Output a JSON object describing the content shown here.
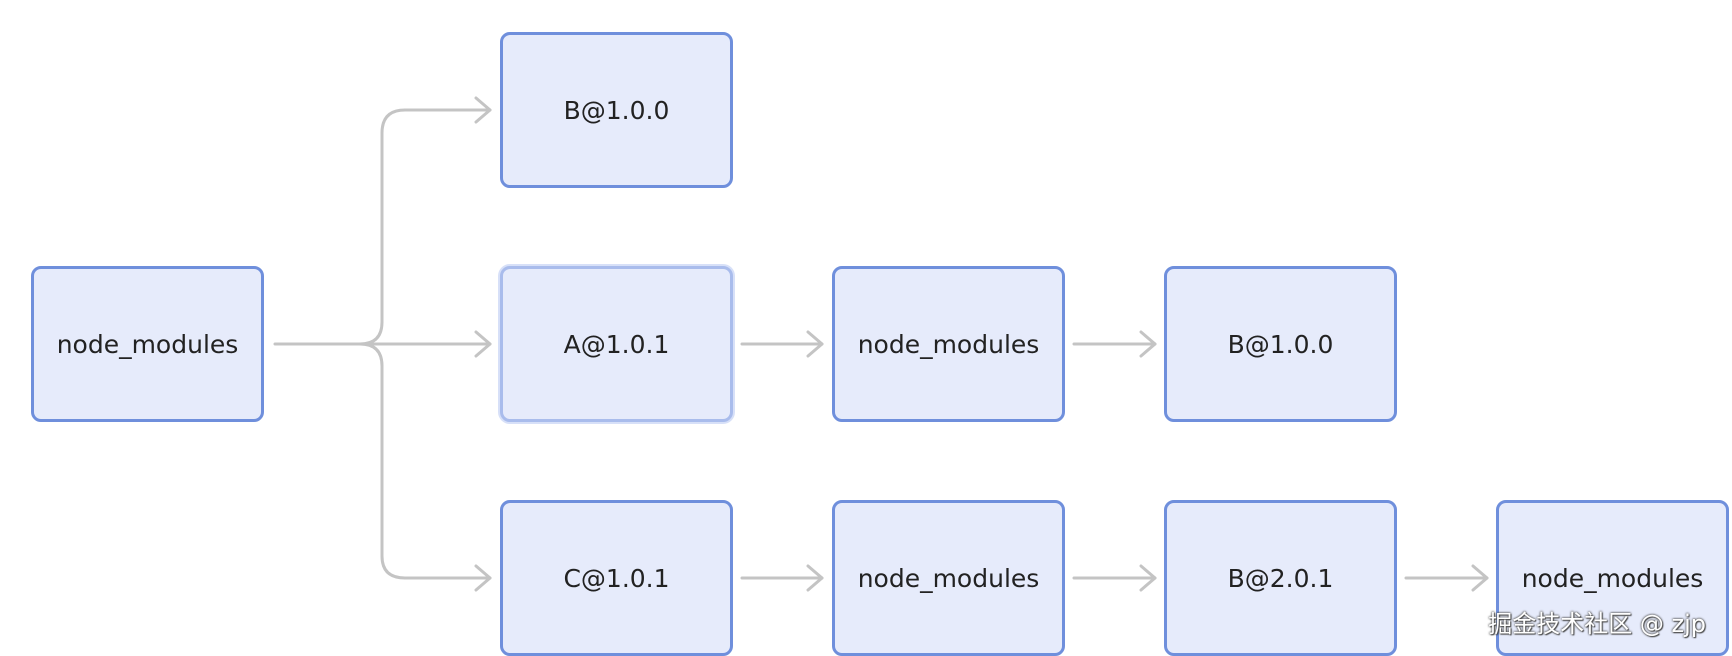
{
  "diagram": {
    "nodes": [
      {
        "id": "root",
        "label": "node_modules"
      },
      {
        "id": "b100_top",
        "label": "B@1.0.0"
      },
      {
        "id": "a101",
        "label": "A@1.0.1"
      },
      {
        "id": "a_nm",
        "label": "node_modules"
      },
      {
        "id": "b100_nested",
        "label": "B@1.0.0"
      },
      {
        "id": "c101",
        "label": "C@1.0.1"
      },
      {
        "id": "c_nm",
        "label": "node_modules"
      },
      {
        "id": "b201",
        "label": "B@2.0.1"
      },
      {
        "id": "b_nm",
        "label": "node_modules"
      }
    ],
    "edges": [
      {
        "from": "root",
        "to": "b100_top"
      },
      {
        "from": "root",
        "to": "a101"
      },
      {
        "from": "root",
        "to": "c101"
      },
      {
        "from": "a101",
        "to": "a_nm"
      },
      {
        "from": "a_nm",
        "to": "b100_nested"
      },
      {
        "from": "c101",
        "to": "c_nm"
      },
      {
        "from": "c_nm",
        "to": "b201"
      },
      {
        "from": "b201",
        "to": "b_nm"
      }
    ],
    "colors": {
      "node_fill": "#e6ebfb",
      "node_border": "#6f8fdc",
      "edge": "#c4c4c4"
    }
  },
  "watermark": "掘金技术社区 @ zjp"
}
